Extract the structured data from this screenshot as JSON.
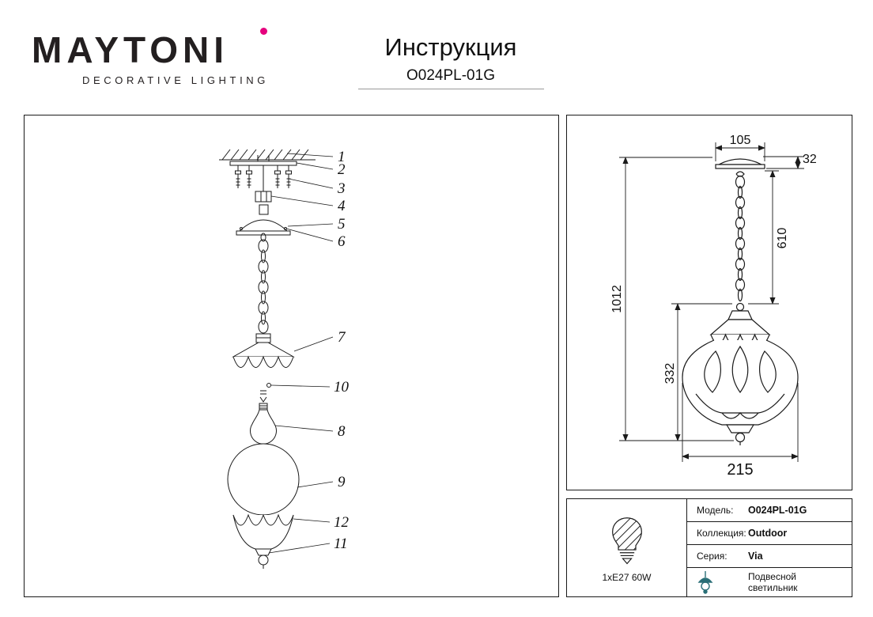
{
  "colors": {
    "accent": "#e5007d",
    "ink": "#1a1a1a",
    "pendant_icon": "#2a6f77"
  },
  "header": {
    "brand": "MAYTONI",
    "tagline": "DECORATIVE LIGHTING",
    "title": "Инструкция",
    "model": "O024PL-01G"
  },
  "exploded_view": {
    "part_labels": [
      "1",
      "2",
      "3",
      "4",
      "5",
      "6",
      "7",
      "10",
      "8",
      "9",
      "12",
      "11"
    ]
  },
  "dimensions": {
    "canopy_width": "105",
    "canopy_height": "32",
    "total_height": "1012",
    "chain_drop": "610",
    "lantern_height": "332",
    "lantern_width": "215"
  },
  "spec_box": {
    "bulb_label": "1xE27 60W",
    "rows": [
      {
        "label": "Модель:",
        "value": "O024PL-01G"
      },
      {
        "label": "Коллекция:",
        "value": "Outdoor"
      },
      {
        "label": "Серия:",
        "value": "Via"
      }
    ],
    "type_label": "Подвесной светильник"
  }
}
